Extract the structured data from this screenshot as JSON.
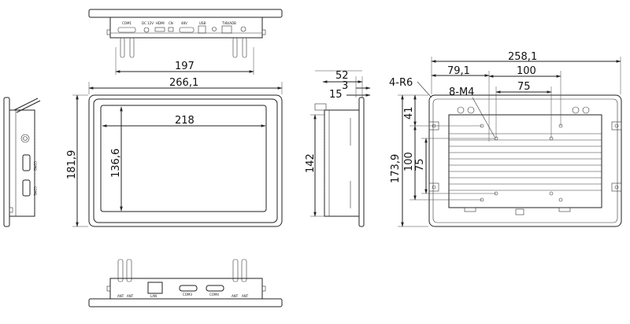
{
  "top_view": {
    "width": "197",
    "ports": [
      "COM1",
      "DC 12V",
      "HDMI",
      "CN",
      "48V",
      "USB",
      "TVB/ADB"
    ]
  },
  "front_view": {
    "width": "266,1",
    "height": "181,9",
    "screen_width": "218",
    "screen_height": "136,6"
  },
  "left_view": {
    "ports": [
      "COM2",
      "COM1"
    ]
  },
  "side_view": {
    "depth_total": "52",
    "bezel": "3",
    "panel": "15",
    "height": "142"
  },
  "rear_view": {
    "width": "258,1",
    "offset": "79,1",
    "hole_spacing_x": "100",
    "hole_spacing_x2": "75",
    "corner_radius": "4-R6",
    "screw_holes": "8-M4",
    "height": "173,9",
    "offset_top": "41",
    "hole_spacing_y": "100",
    "hole_spacing_y2": "75"
  },
  "bottom_view": {
    "ports": [
      "ANT",
      "ANT",
      "LAN",
      "COM3",
      "COM4",
      "ANT",
      "ANT"
    ]
  }
}
